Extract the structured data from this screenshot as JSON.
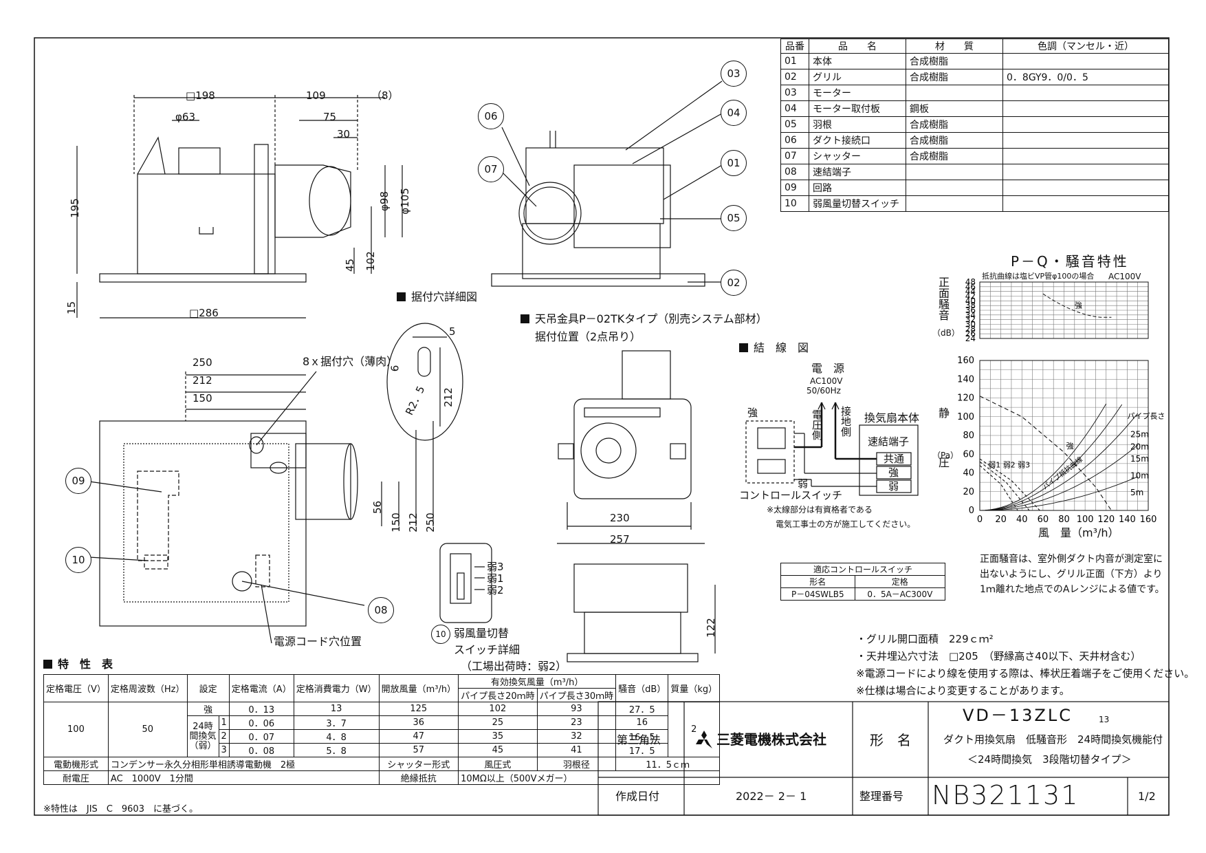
{
  "parts_table": {
    "headers": [
      "品番",
      "品　　名",
      "材　　質",
      "色調（マンセル・近）"
    ],
    "rows": [
      [
        "01",
        "本体",
        "合成樹脂",
        ""
      ],
      [
        "02",
        "グリル",
        "合成樹脂",
        "0．8GY9．0/0．5"
      ],
      [
        "03",
        "モーター",
        "",
        ""
      ],
      [
        "04",
        "モーター取付板",
        "鋼板",
        ""
      ],
      [
        "05",
        "羽根",
        "合成樹脂",
        ""
      ],
      [
        "06",
        "ダクト接続口",
        "合成樹脂",
        ""
      ],
      [
        "07",
        "シャッター",
        "合成樹脂",
        ""
      ],
      [
        "08",
        "速結端子",
        "",
        ""
      ],
      [
        "09",
        "回路",
        "",
        ""
      ],
      [
        "10",
        "弱風量切替スイッチ",
        "",
        ""
      ]
    ]
  },
  "side_view": {
    "dims": {
      "d198": "□198",
      "d109": "109",
      "d8": "（8）",
      "d63": "φ63",
      "d75": "75",
      "d30": "30",
      "d195": "195",
      "d98": "φ98",
      "d105": "φ105",
      "d45": "45",
      "d102": "102",
      "d15": "15",
      "d286": "□286"
    }
  },
  "front_view": {
    "callouts": [
      "06",
      "07",
      "03",
      "04",
      "01",
      "05",
      "02"
    ]
  },
  "mount_hole_detail": {
    "title": "据付穴詳細図",
    "dims": {
      "d5": "5",
      "d6": "6",
      "r25": "R2．5",
      "d212": "212"
    }
  },
  "hanger_note": {
    "line1": "天吊金具P－02TKタイプ（別売システム部材）",
    "line2": "据付位置（2点吊り）"
  },
  "plan_view": {
    "dims": {
      "d250": "250",
      "d212": "212",
      "d150": "150",
      "v56": "56",
      "v150": "150",
      "v212": "212",
      "v250": "250"
    },
    "hole_label": "8ｘ据付穴（薄肉）",
    "cord_label": "電源コード穴位置",
    "callouts": [
      "09",
      "10",
      "08"
    ]
  },
  "switch_detail": {
    "labels": [
      "弱3",
      "弱1",
      "弱2"
    ],
    "callout": "10",
    "title1": "弱風量切替",
    "title2": "スイッチ詳細",
    "title3": "（工場出荷時：弱2）"
  },
  "dim_230": "230",
  "dim_257": "257",
  "dim_122": "122",
  "wiring": {
    "title": "結　線　図",
    "power": "電　源",
    "power_spec1": "AC100V",
    "power_spec2": "50/60Hz",
    "voltage_side": "電圧側",
    "ground_side": "接地側",
    "strong": "強",
    "weak": "弱",
    "unit": "換気扇本体",
    "terminal": "速結端子",
    "terms": [
      "共通",
      "強",
      "弱"
    ],
    "control_switch": "コントロールスイッチ",
    "note1": "※太線部分は有資格者である",
    "note2": "電気工事士の方が施工してください。"
  },
  "switch_table": {
    "title": "適応コントロールスイッチ",
    "headers": [
      "形名",
      "定格"
    ],
    "row": [
      "P－04SWLB5",
      "0．5A－AC300V"
    ]
  },
  "pq_chart": {
    "title": "P－Q・騒音特性",
    "noise_ylabel": "正面騒音",
    "noise_unit": "（dB）",
    "noise_note": "抵抗曲線は塩ビVP管φ100の場合",
    "ac_label": "AC100V",
    "noise_ticks": [
      "48",
      "46",
      "44",
      "42",
      "40",
      "38",
      "36",
      "34",
      "32",
      "30",
      "28",
      "26",
      "24"
    ],
    "pressure_ylabel": "静　圧",
    "pressure_unit": "（Pa）",
    "pressure_ticks": [
      "160",
      "140",
      "120",
      "100",
      "80",
      "60",
      "40",
      "20",
      "0"
    ],
    "x_ticks": [
      "0",
      "20",
      "40",
      "60",
      "80",
      "100",
      "120",
      "140",
      "160"
    ],
    "xlabel": "風　量（m³/h）",
    "pipe_label": "パイプ長さ",
    "pipe_lengths": [
      "25m",
      "20m",
      "15m",
      "10m",
      "5m"
    ],
    "strong_label": "強",
    "weak_labels": [
      "弱1",
      "弱2",
      "弱3"
    ],
    "resistance_label": "パイプ抵抗曲線"
  },
  "chart_data": {
    "type": "line",
    "title": "P－Q・騒音特性",
    "xlabel": "風　量（m³/h）",
    "xlim": [
      0,
      160
    ],
    "series": [
      {
        "name": "強",
        "x": [
          0,
          40,
          80,
          110,
          125
        ],
        "y": [
          122,
          100,
          62,
          25,
          0
        ]
      },
      {
        "name": "弱1",
        "x": [
          0,
          20,
          36
        ],
        "y": [
          48,
          28,
          0
        ]
      },
      {
        "name": "弱2",
        "x": [
          0,
          25,
          47
        ],
        "y": [
          52,
          30,
          0
        ]
      },
      {
        "name": "弱3",
        "x": [
          0,
          30,
          57
        ],
        "y": [
          55,
          32,
          0
        ]
      }
    ]
  },
  "noise_desc": {
    "line1": "正面騒音は、室外側ダクト内音が測定室に",
    "line2": "出ないようにし、グリル正面（下方）より",
    "line3": "1ｍ離れた地点でのAレンジによる値です。"
  },
  "specs_notes": {
    "line1": "・グリル開口面積　229ｃｍ²",
    "line2": "・天井埋込穴寸法　□205　（野縁高さ40以下、天井材含む）",
    "line3": "※電源コードにより線を使用する際は、棒状圧着端子をご使用ください。",
    "line4": "※仕様は場合により変更することがあります。"
  },
  "spec_table": {
    "title": "特　性　表",
    "headers": [
      "定格電圧（V）",
      "定格周波数（Hz）",
      "設定",
      "定格電流（A）",
      "定格消費電力（W）",
      "開放風量（m³/h）",
      "パイプ長さ20ｍ時",
      "パイプ長さ30ｍ時",
      "騒音（dB）",
      "質量（kg）"
    ],
    "group_header": "有効換気風量（m³/h）",
    "voltage": "100",
    "freq": "50",
    "mass": "2",
    "mode24": "24時間換気（弱）",
    "rows": [
      [
        "強",
        "0．13",
        "13",
        "125",
        "102",
        "93",
        "27．5"
      ],
      [
        "1",
        "0．06",
        "3．7",
        "36",
        "25",
        "23",
        "16"
      ],
      [
        "2",
        "0．07",
        "4．8",
        "47",
        "35",
        "32",
        "16．5"
      ],
      [
        "3",
        "0．08",
        "5．8",
        "57",
        "45",
        "41",
        "17．5"
      ]
    ],
    "motor_label": "電動機形式",
    "motor_value": "コンデンサー永久分相形単相誘導電動機　2極",
    "shutter_label": "シャッター形式",
    "shutter_value": "風圧式",
    "blade_label": "羽根径",
    "blade_value": "11．5ｃｍ",
    "withstand_label": "耐電圧",
    "withstand_value": "AC　1000V　1分間",
    "insulation_label": "絶縁抵抗",
    "insulation_value": "10MΩ以上（500Vメガー）",
    "note": "※特性は　JIS　C　9603　に基づく。"
  },
  "title_block": {
    "projection": "第三角法",
    "company": "三菱電機株式会社",
    "model_label": "形　名",
    "model": "VD－13ZLC",
    "model_suffix": "13",
    "desc1": "ダクト用換気扇　低騒音形　24時間換気機能付",
    "desc2": "＜24時間換気　3段階切替タイプ＞",
    "date_label": "作成日付",
    "date": "2022－ 2－ 1",
    "ref_label": "整理番号",
    "ref": "NB321131",
    "page": "1/2"
  }
}
